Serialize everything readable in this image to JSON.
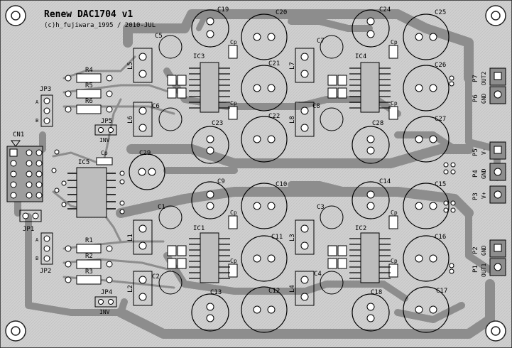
{
  "board": {
    "title": "Renew DAC1704 v1",
    "credit": "(c)h_fujiwara_1995 / 2010-JUL",
    "colors": {
      "substrate": "#d4d4d4",
      "copper": "#9e9e9e",
      "trace": "#7a7a7a",
      "silk": "#000000",
      "pad": "#ffffff",
      "outline": "#222222"
    }
  },
  "ics": {
    "ic1": "IC1",
    "ic2": "IC2",
    "ic3": "IC3",
    "ic4": "IC4",
    "ic5": "IC5"
  },
  "caps_small": {
    "c1": "C1",
    "c2": "C2",
    "c3": "C3",
    "c4": "C4",
    "c5": "C5",
    "c6": "C6",
    "c7": "C7",
    "c8": "C8"
  },
  "caps_large": {
    "c9": "C9",
    "c10": "C10",
    "c11": "C11",
    "c12": "C12",
    "c13": "C13",
    "c14": "C14",
    "c15": "C15",
    "c16": "C16",
    "c17": "C17",
    "c18": "C18",
    "c19": "C19",
    "c20": "C20",
    "c21": "C21",
    "c22": "C22",
    "c23": "C23",
    "c24": "C24",
    "c25": "C25",
    "c26": "C26",
    "c27": "C27",
    "c28": "C28",
    "c29": "C29"
  },
  "cp": "Cp",
  "inductors": {
    "l1": "L1",
    "l2": "L2",
    "l3": "L3",
    "l4": "L4",
    "l5": "L5",
    "l6": "L6",
    "l7": "L7",
    "l8": "L8"
  },
  "resistors": {
    "r1": "R1",
    "r2": "R2",
    "r3": "R3",
    "r4": "R4",
    "r5": "R5",
    "r6": "R6"
  },
  "jumpers": {
    "jp1": "JP1",
    "jp2": "JP2",
    "jp3": "JP3",
    "jp4": "JP4",
    "jp5": "JP5",
    "inv": "INV",
    "a": "A",
    "b": "B"
  },
  "connector": {
    "cn1": "CN1"
  },
  "ports": {
    "p1": "P1",
    "p1_sig": "OUT1",
    "p2": "P2",
    "p2_sig": "GND",
    "p3": "P3",
    "p3_sig": "V+",
    "p4": "P4",
    "p4_sig": "GND",
    "p5": "P5",
    "p5_sig": "V-",
    "p6": "P6",
    "p6_sig": "GND",
    "p7": "P7",
    "p7_sig": "OUT2"
  }
}
